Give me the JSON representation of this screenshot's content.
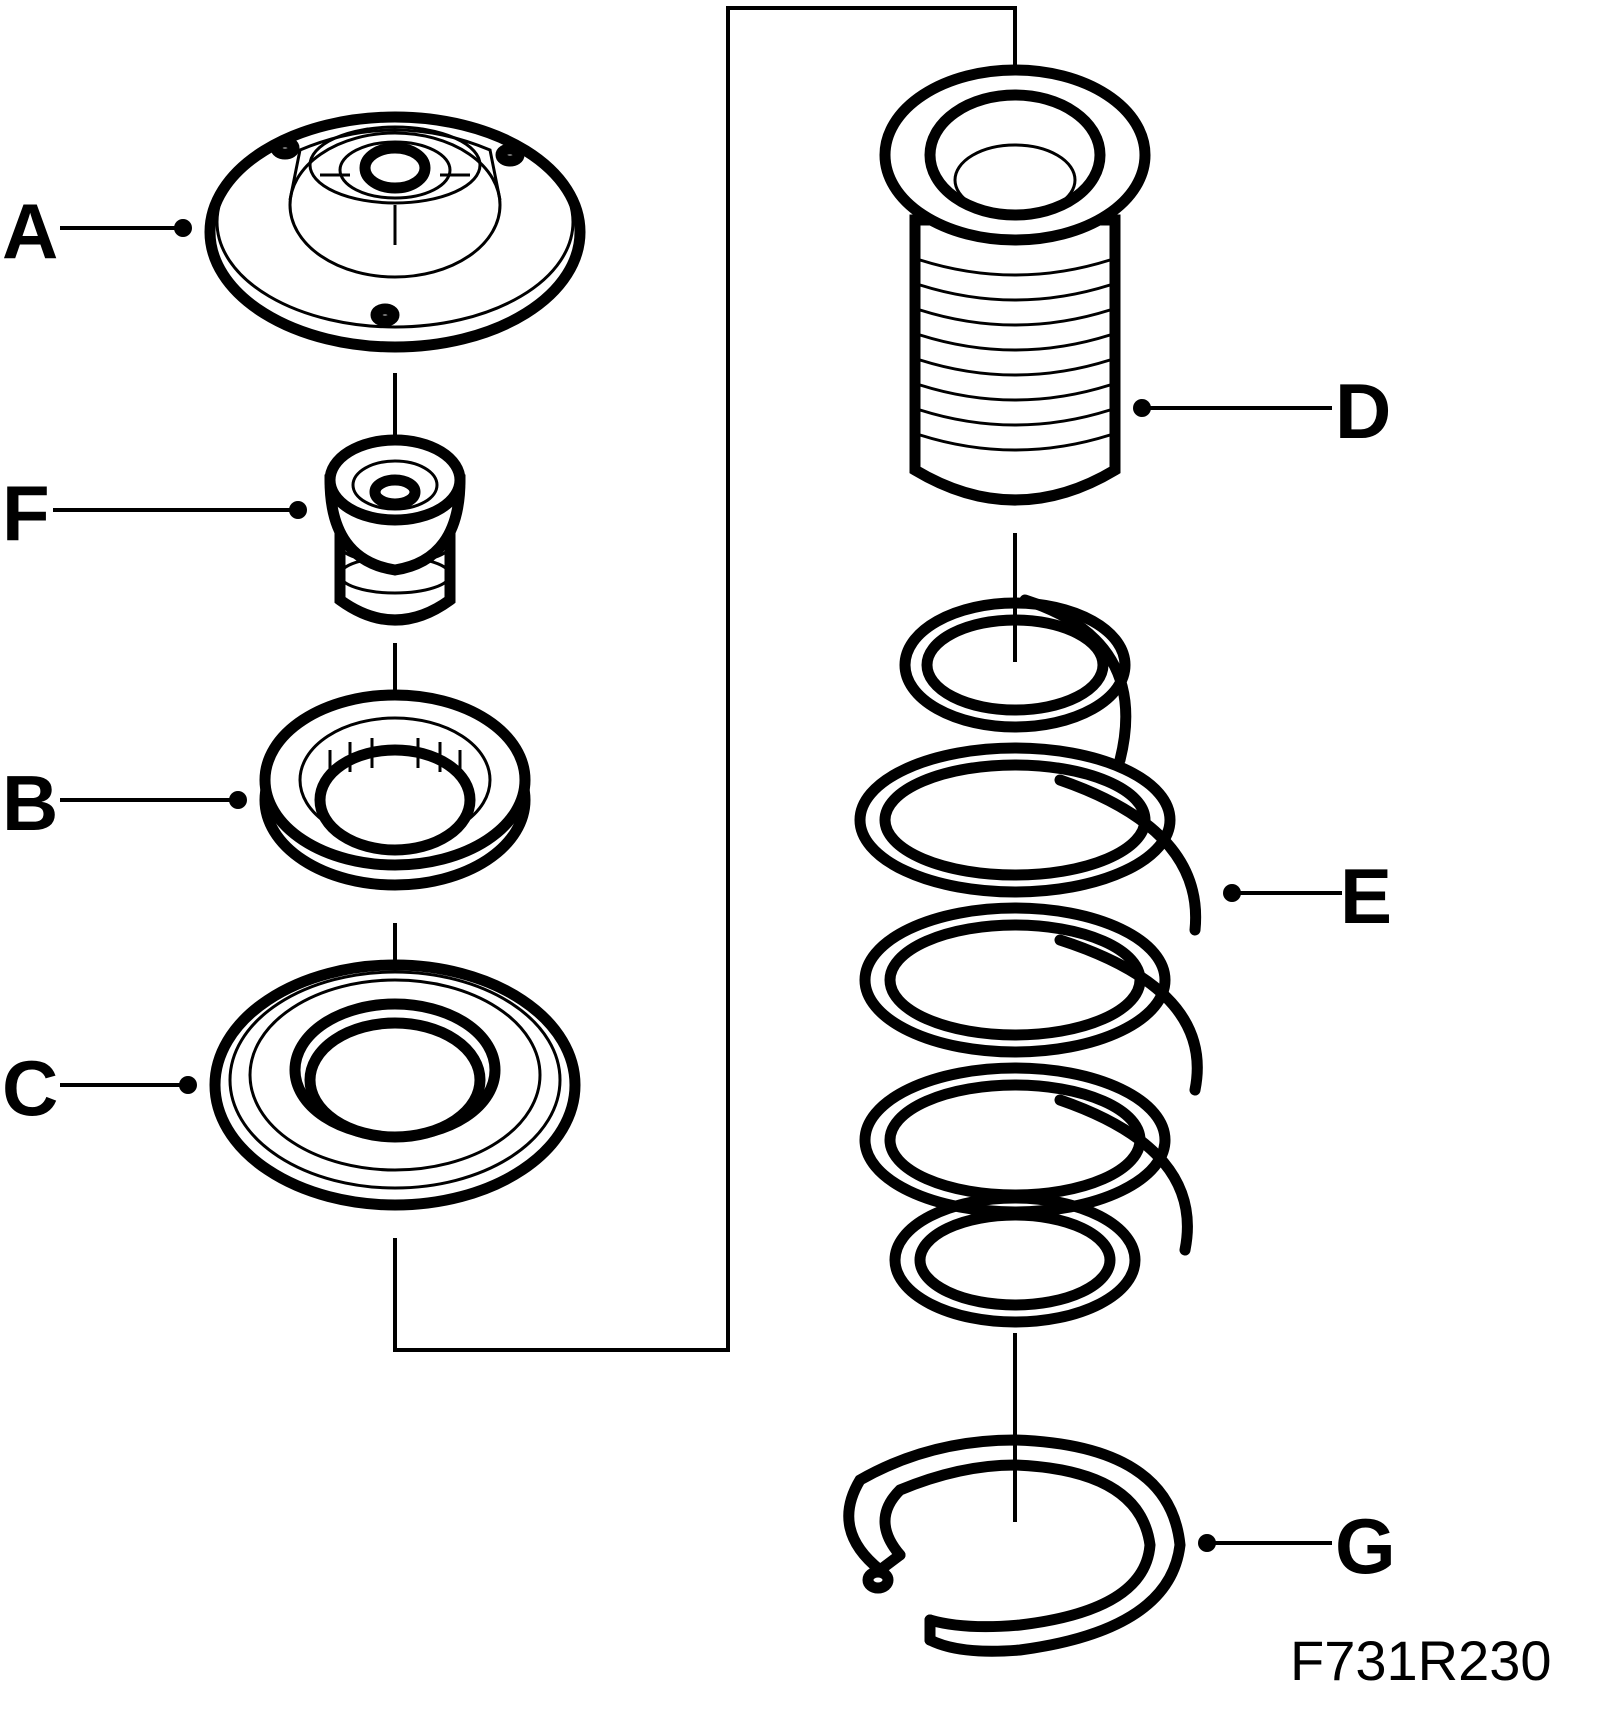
{
  "diagram": {
    "labels": {
      "A": "A",
      "B": "B",
      "C": "C",
      "D": "D",
      "E": "E",
      "F": "F",
      "G": "G"
    },
    "figure_code": "F731R230"
  }
}
